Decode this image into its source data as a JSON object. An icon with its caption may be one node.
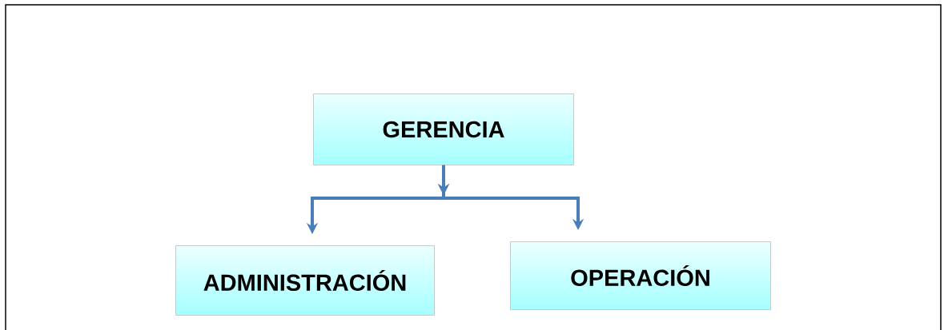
{
  "diagram": {
    "nodes": [
      {
        "text": [
          "GERENCIA"
        ]
      },
      {
        "text": [
          "ADMINISTRACIÓN"
        ]
      },
      {
        "text": [
          "OPERACIÓN"
        ]
      }
    ],
    "edges": [
      {
        "from": 0,
        "to": 1,
        "arrow": "to"
      },
      {
        "from": 0,
        "to": 2,
        "arrow": "to"
      }
    ]
  }
}
